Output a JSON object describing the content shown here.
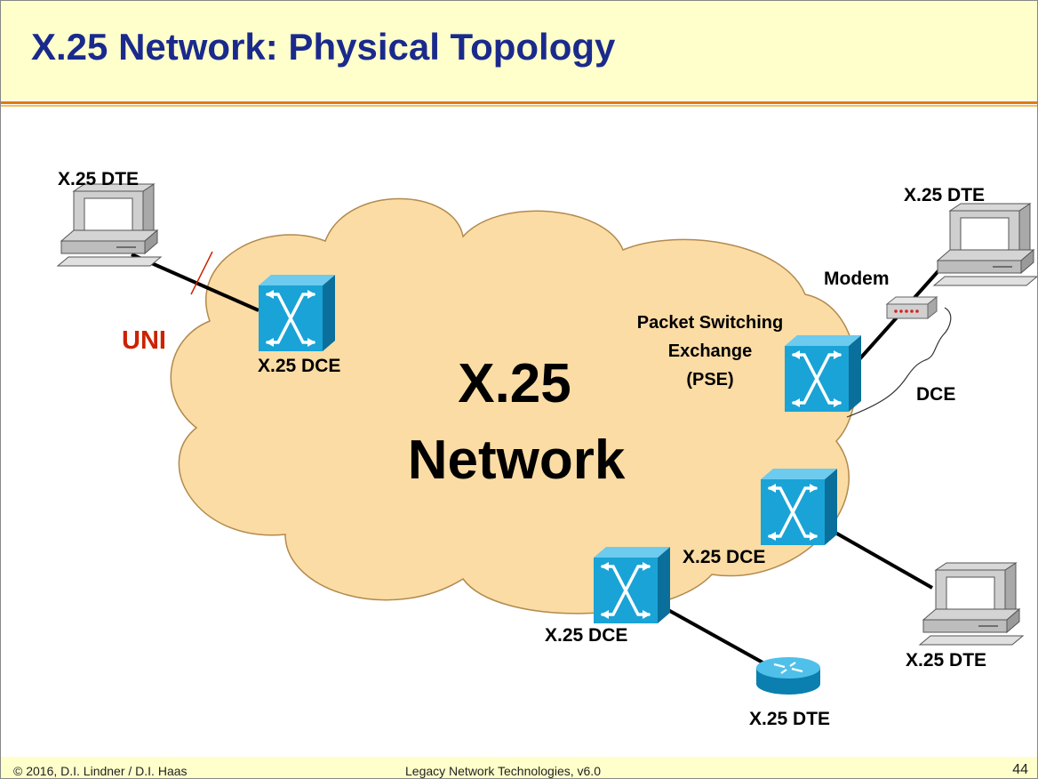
{
  "slide": {
    "title": "X.25 Network: Physical Topology"
  },
  "diagram": {
    "cloud_label_line1": "X.25",
    "cloud_label_line2": "Network",
    "uni_label": "UNI",
    "uni_color": "#cc2200",
    "cloud_color": "#fbdca4",
    "switch_color": "#1aa3d6",
    "nodes": {
      "dte_top_left": "X.25 DTE",
      "dte_top_right": "X.25 DTE",
      "dte_bottom_right": "X.25 DTE",
      "dte_router": "X.25 DTE",
      "dce_left": "X.25 DCE",
      "dce_right": "X.25 DCE",
      "dce_bottom": "X.25 DCE",
      "modem": "Modem",
      "dce_brace": "DCE",
      "pse_line1": "Packet Switching",
      "pse_line2": "Exchange",
      "pse_line3": "(PSE)"
    },
    "icons": [
      "computer-icon",
      "switch-icon",
      "modem-icon",
      "router-icon"
    ]
  },
  "footer": {
    "copyright": "© 2016, D.I. Lindner / D.I. Haas",
    "course": "Legacy Network Technologies, v6.0",
    "page_number": "44"
  }
}
